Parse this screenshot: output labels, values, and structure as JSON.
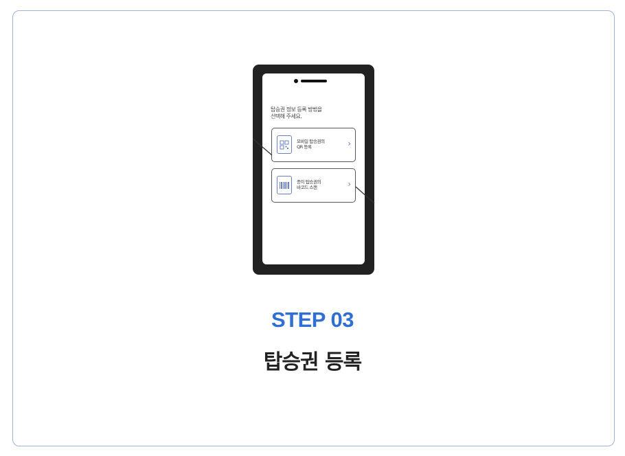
{
  "card": {
    "step_label": "STEP 03",
    "title": "탑승권 등록"
  },
  "illustration": {
    "prompt": "탑승권 정보 등록 방법을\n선택해 주세요.",
    "options": [
      {
        "label": "모바일 탑승권의\nQR 등록",
        "icon": "qr-code-icon",
        "chevron": "›"
      },
      {
        "label": "종이 탑승권의\n바코드 스캔",
        "icon": "barcode-icon",
        "chevron": "›"
      }
    ]
  },
  "colors": {
    "accent": "#2f6fd4",
    "title": "#222222",
    "card_border": "#9fb4d6",
    "phone_body": "#222222",
    "icon_stroke": "#6b7fc4"
  }
}
